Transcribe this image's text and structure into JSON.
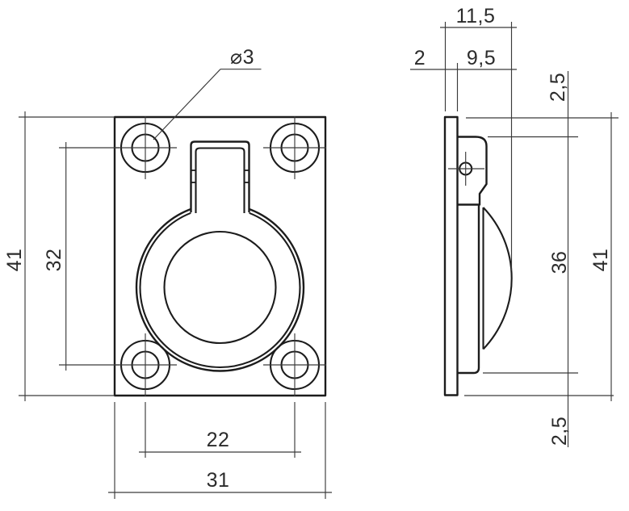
{
  "drawing": {
    "kind": "technical-drawing-two-views",
    "colors": {
      "background": "#ffffff",
      "outline": "#1c1c1c",
      "dimension_lines": "#3a3a3a",
      "dimension_text": "#2b2b2b"
    },
    "front": {
      "dims": {
        "hole_diameter": "⌀3",
        "height": "41",
        "hole_pitch_vertical": "32",
        "hole_pitch_horizontal": "22",
        "width": "31"
      }
    },
    "side": {
      "dims": {
        "total_depth": "11,5",
        "plate_thickness": "2",
        "cup_depth": "9,5",
        "top_offset": "2,5",
        "cup_height": "36",
        "height": "41",
        "bottom_offset": "2,5"
      }
    }
  }
}
